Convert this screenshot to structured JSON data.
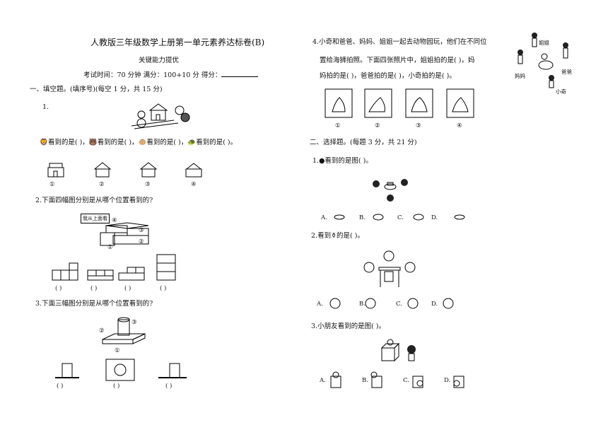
{
  "header": {
    "title": "人教版三年级数学上册第一单元素养达标卷(B)",
    "subtitle": "关键能力提优",
    "exam_info": "考试时间：70 分钟 满分：100+10 分  得分："
  },
  "section1": {
    "heading": "一、填空题。(填序号)(每空 1 分，共 15 分)",
    "q1": {
      "number": "1.",
      "blank1": "看到的是(    )，",
      "blank2": "看到的是(    )，",
      "blank3": "看到的是(    )，",
      "blank4": "看到的是(    )。",
      "options": [
        "①",
        "②",
        "③",
        "④"
      ]
    },
    "q2": {
      "text": "2.下面四幅图分别是从哪个位置看到的?",
      "sign": "我从上面看",
      "markers": [
        "①",
        "②",
        "③",
        "④"
      ],
      "blanks": [
        "(    )",
        "(    )",
        "(    )",
        "(    )"
      ]
    },
    "q3": {
      "text": "3.下面三幅图分别是从哪个位置看到的?",
      "markers": [
        "①",
        "②",
        "③"
      ],
      "blanks": [
        "(    )",
        "(    )",
        "(    )"
      ]
    }
  },
  "section1_q4": {
    "line1": "4.小奇和爸爸、妈妈、姐姐一起去动物园玩，他们在不同位",
    "line2": "置给海狮拍照。下面四张照片中，姐姐拍的是(    )，妈",
    "line3": "妈拍的是(    )，爸爸拍的是(    )，小奇拍的是(    )。",
    "people": [
      "姐姐",
      "妈妈",
      "爸爸",
      "小奇"
    ],
    "options": [
      "①",
      "②",
      "③",
      "④"
    ]
  },
  "section2": {
    "heading": "二、选择题。(每题 3 分，共 21 分)",
    "q1": {
      "text": "看到的是图(    )。",
      "number": "1.",
      "options": [
        "A.",
        "B.",
        "C.",
        "D."
      ]
    },
    "q2": {
      "number": "2.看到",
      "text": "的是(    )。",
      "options": [
        "A.",
        "B.",
        "C.",
        "D."
      ]
    },
    "q3": {
      "text": "3.小朋友看到的是图(    )。",
      "options": [
        "A.",
        "B.",
        "C.",
        "D."
      ]
    }
  }
}
